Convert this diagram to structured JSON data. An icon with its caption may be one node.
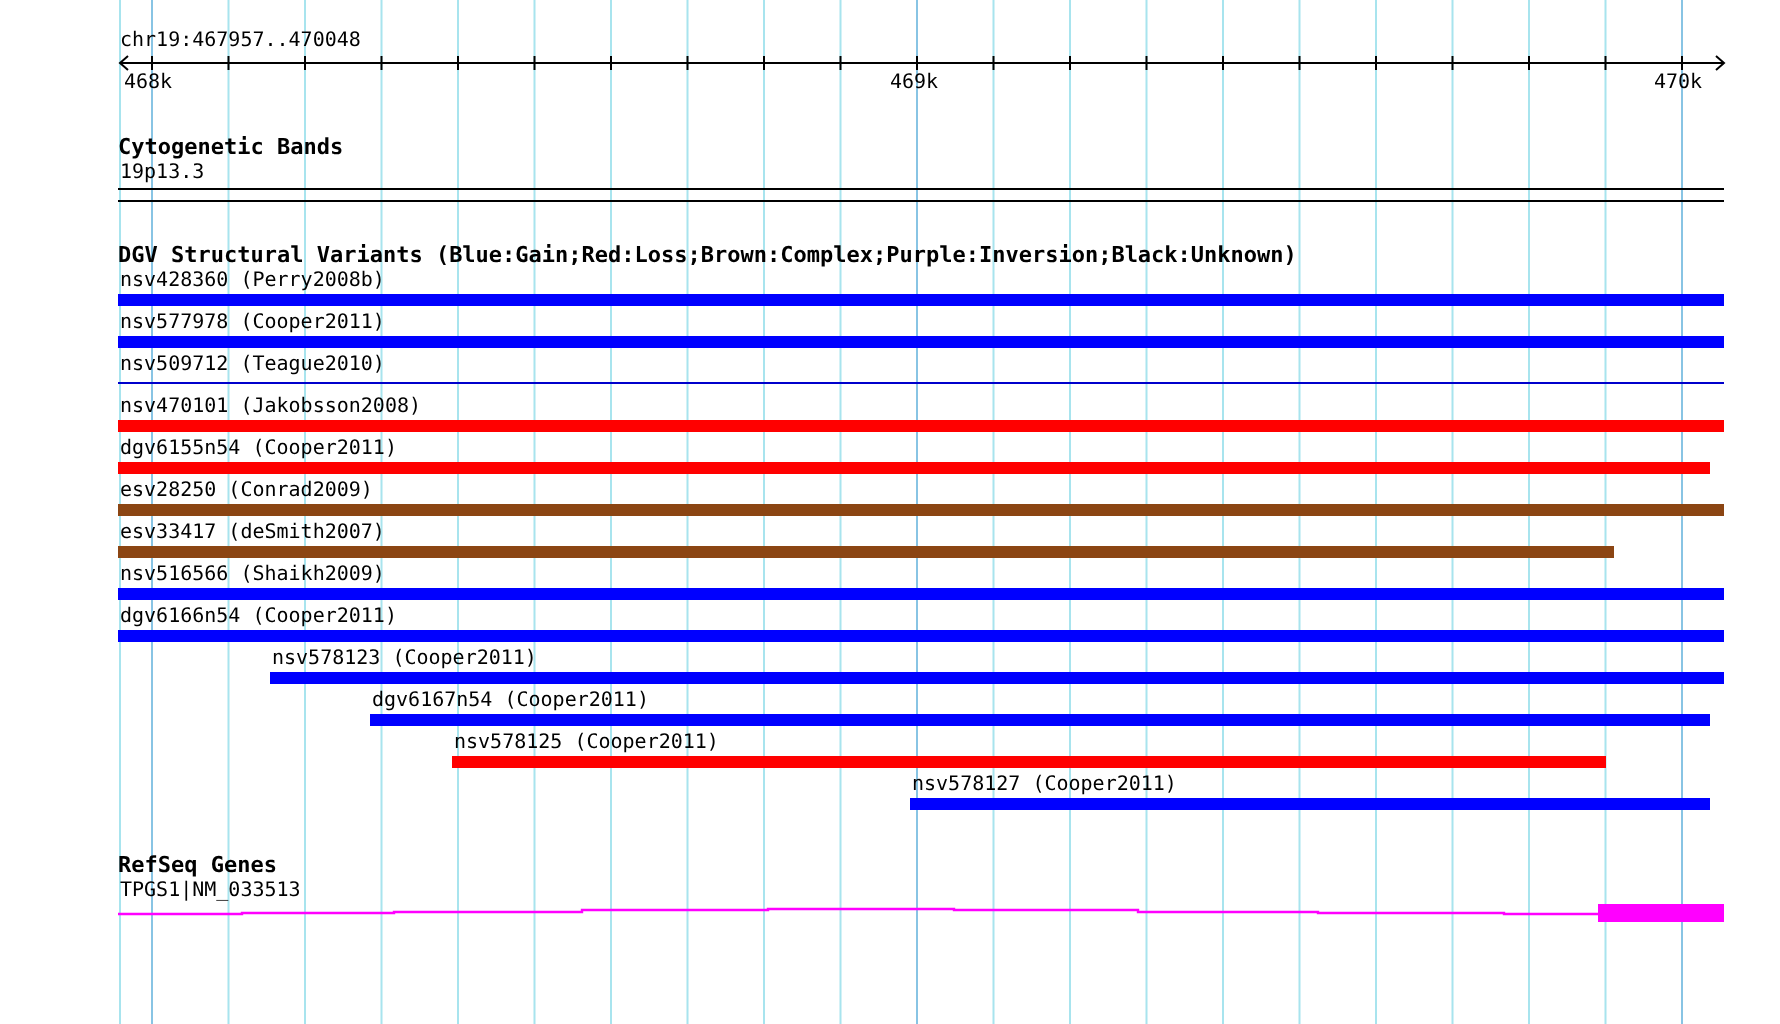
{
  "diagram": {
    "nodes": [
      {
        "text": [
          "nsv428360 (Perry2008b)"
        ]
      },
      {
        "text": [
          "nsv577978 (Cooper2011)"
        ]
      },
      {
        "text": [
          "nsv509712 (Teague2010)"
        ]
      },
      {
        "text": [
          "nsv470101 (Jakobsson2008)"
        ]
      },
      {
        "text": [
          "dgv6155n54 (Cooper2011)"
        ]
      },
      {
        "text": [
          "esv28250 (Conrad2009)"
        ]
      },
      {
        "text": [
          "esv33417 (deSmith2007)"
        ]
      },
      {
        "text": [
          "nsv516566 (Shaikh2009)"
        ]
      },
      {
        "text": [
          "dgv6166n54 (Cooper2011)"
        ]
      },
      {
        "text": [
          "nsv578123 (Cooper2011)"
        ]
      },
      {
        "text": [
          "dgv6167n54 (Cooper2011)"
        ]
      },
      {
        "text": [
          "nsv578125 (Cooper2011)"
        ]
      },
      {
        "text": [
          "nsv578127 (Cooper2011)"
        ]
      },
      {
        "text": [
          "TPGS1|NM_033513"
        ]
      }
    ],
    "labels": [
      "chr19:467957..470048",
      "468k",
      "469k",
      "470k",
      "Cytogenetic Bands",
      "19p13.3",
      "DGV Structural Variants (Blue:Gain;Red:Loss;Brown:Complex;Purple:Inversion;Black:Unknown)",
      "RefSeq Genes"
    ]
  }
}
